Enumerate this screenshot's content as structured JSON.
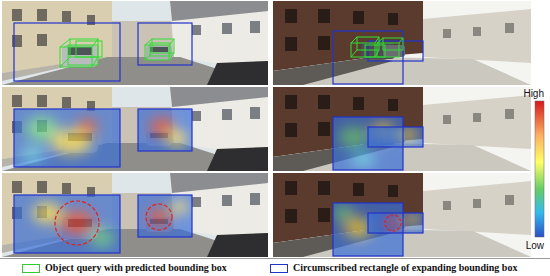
{
  "diagram": {
    "labels": [
      "High",
      "Low"
    ],
    "legend": [
      {
        "text": "Object query with predicted bounding box"
      },
      {
        "text": "Circumscribed rectangle of expanding bounding box"
      }
    ]
  }
}
